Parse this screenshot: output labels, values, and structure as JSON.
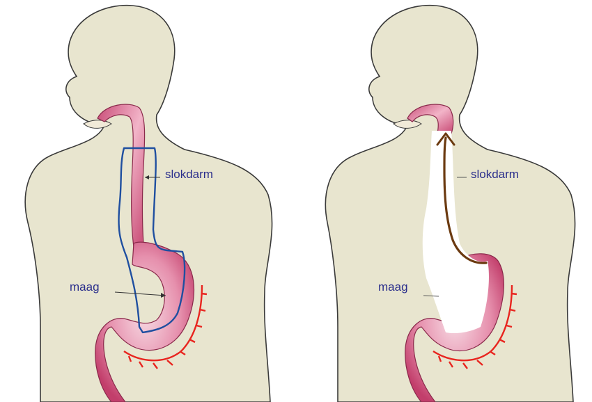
{
  "panels": [
    {
      "labels": {
        "esophagus": "slokdarm",
        "stomach": "maag"
      }
    },
    {
      "labels": {
        "esophagus": "slokdarm",
        "stomach": "maag"
      }
    }
  ],
  "colors": {
    "skin": "#e8e5cf",
    "outline": "#3a3a3a",
    "organ": "#d9628c",
    "organ_light": "#f4c3d3",
    "highlight_blue": "#1f4fa0",
    "muscle_red": "#e8251f",
    "reflux_arrow": "#6b3a10",
    "label_text": "#2b2f8c"
  }
}
